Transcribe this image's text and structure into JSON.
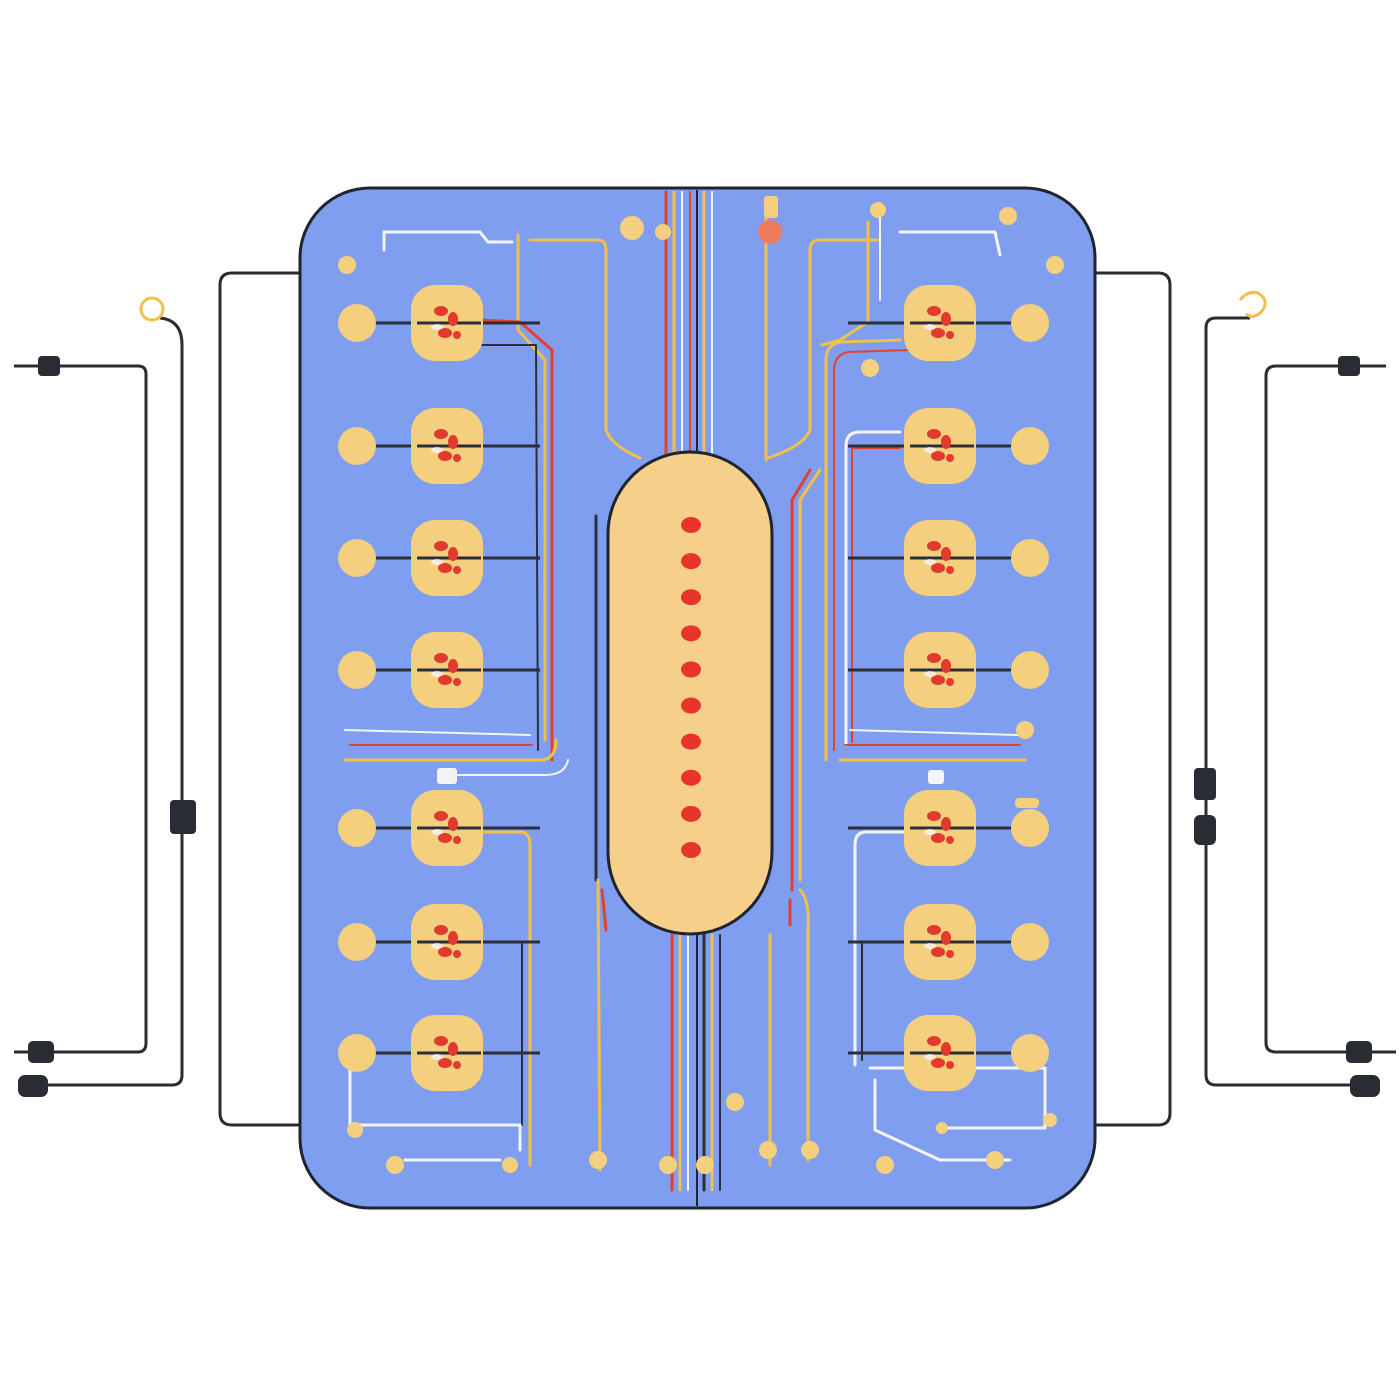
{
  "colors": {
    "background": "#ffffff",
    "board": "#7f9ef0",
    "board_outline": "#1f2430",
    "pad": "#f4cf7e",
    "pad_dot": "#e23a2e",
    "core": "#f6d08a",
    "core_dot": "#e8352c",
    "trace_gold": "#f0c04a",
    "trace_red": "#e3402f",
    "trace_white": "#f4f4f6",
    "trace_dark": "#2b2f3a",
    "cable": "#2a2c33"
  },
  "icons": {
    "connector": "connector-plug-icon",
    "ring_terminal": "ring-terminal-icon"
  },
  "layout_info": {
    "pad_rows_left": 7,
    "pad_rows_right": 7,
    "core_dots": 10
  }
}
